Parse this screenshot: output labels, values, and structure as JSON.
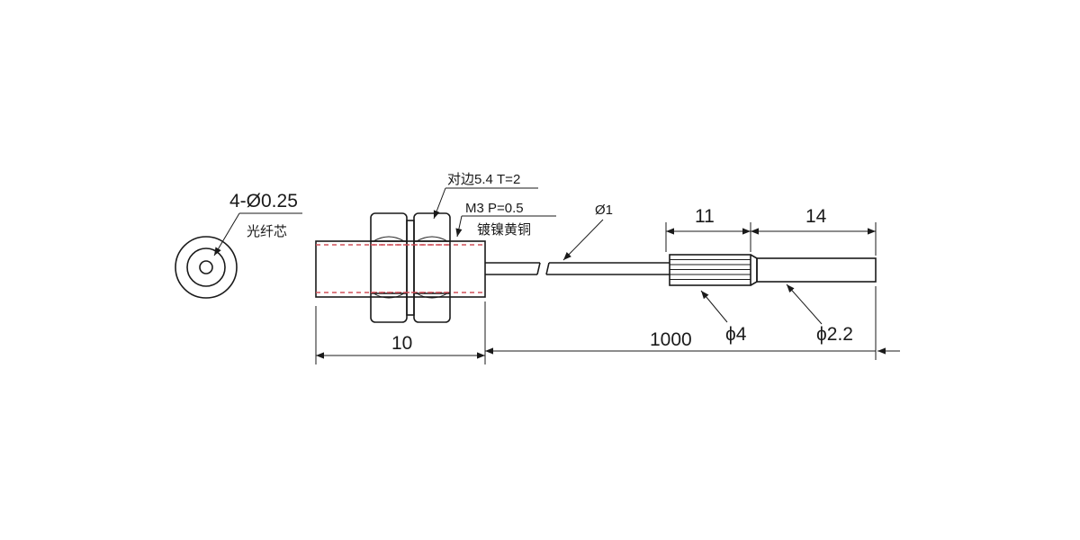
{
  "labels": {
    "fiber_cores": "4-Ø0.25",
    "fiber_cores_note": "光纤芯",
    "hex_nut": "对边5.4  T=2",
    "thread": "M3  P=0.5",
    "material": "镀镍黄铜",
    "fiber_diameter": "Ø1",
    "dim_sleeve_length": "11",
    "dim_tip_length": "14",
    "dim_body_length": "10",
    "dim_cable_length": "1000",
    "dim_sleeve_diameter": "ϕ4",
    "dim_tip_diameter": "ϕ2.2"
  },
  "colors": {
    "line": "#1a1a1a",
    "hidden_line": "#d0505a",
    "background": "#ffffff"
  }
}
